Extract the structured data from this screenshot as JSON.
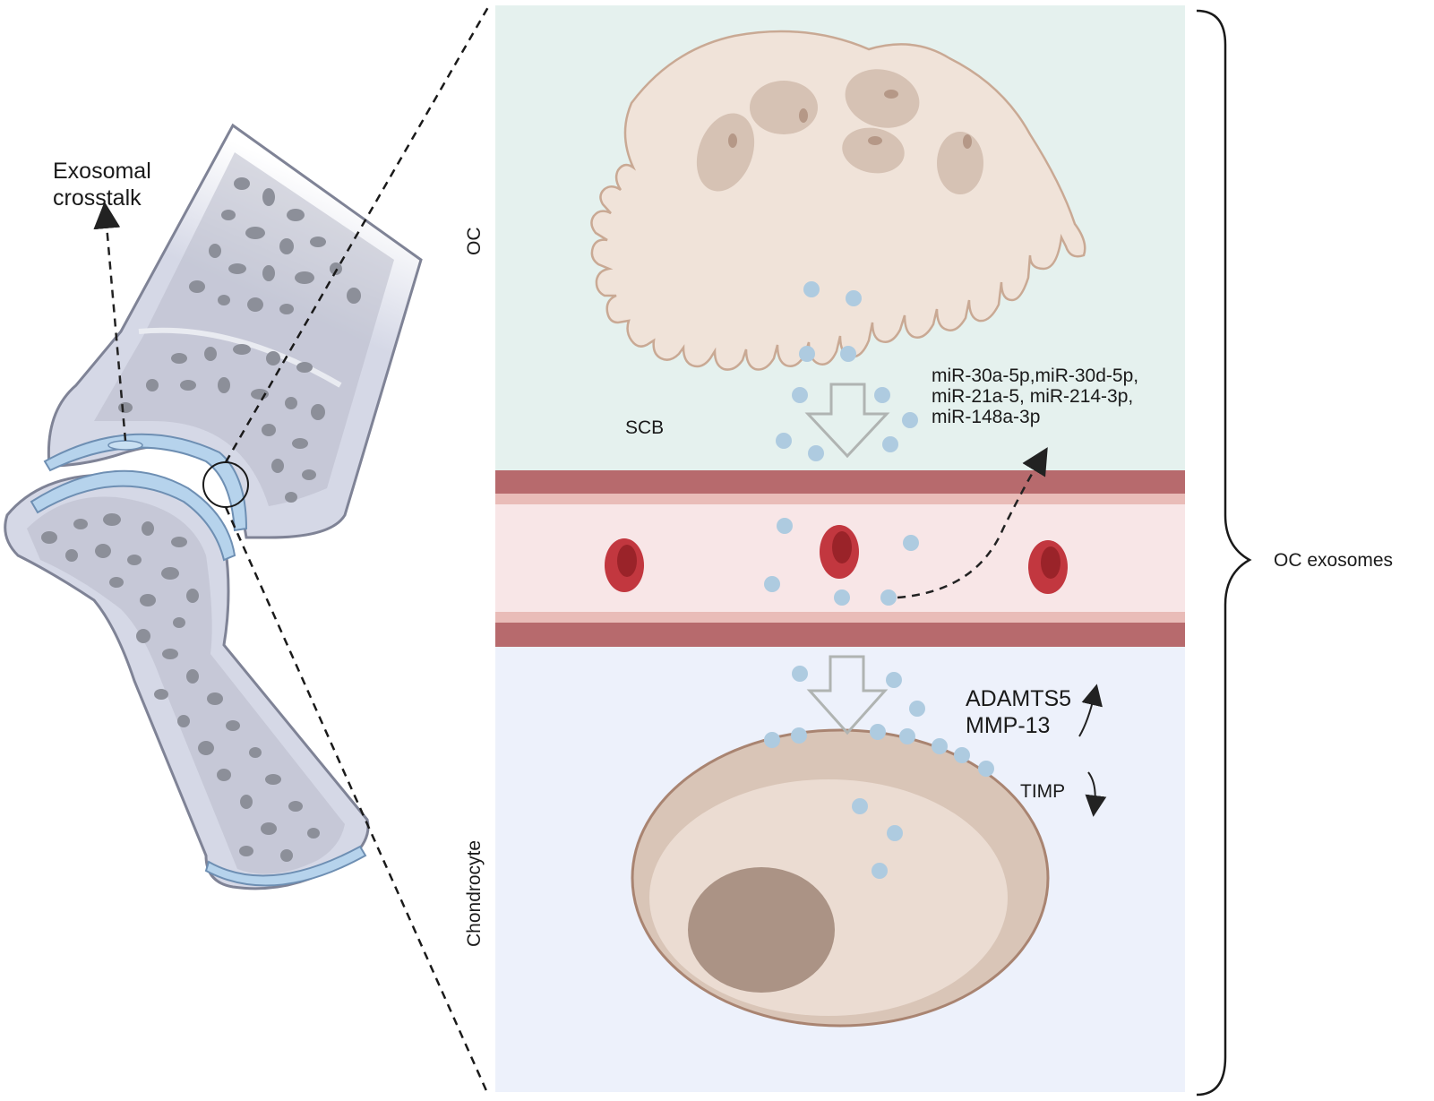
{
  "left_panel": {
    "callout_line1": "Exosomal",
    "callout_line2": "crosstalk"
  },
  "zones": {
    "top_label": "OC",
    "scb_label": "SCB",
    "bottom_label": "Chondrocyte"
  },
  "mirnas": [
    "miR-30a-5p,miR-30d-5p,",
    "miR-21a-5, miR-214-3p,",
    "miR-148a-3p"
  ],
  "markers": {
    "up": [
      "ADAMTS5",
      "MMP-13"
    ],
    "down": "TIMP"
  },
  "bracket_label": "OC exosomes",
  "colors": {
    "oc_zone": "#e5f1ee",
    "chondro_zone": "#edf1fb",
    "vessel_wall": "#b76a6d",
    "vessel_lumen": "#f8e6e7",
    "exosome": "#aecbe0",
    "bone": "#d5d8e6",
    "cartilage": "#b6d3ec",
    "osteoclast": "#f0e3d9",
    "chondrocyte": "#d9c5b7"
  }
}
